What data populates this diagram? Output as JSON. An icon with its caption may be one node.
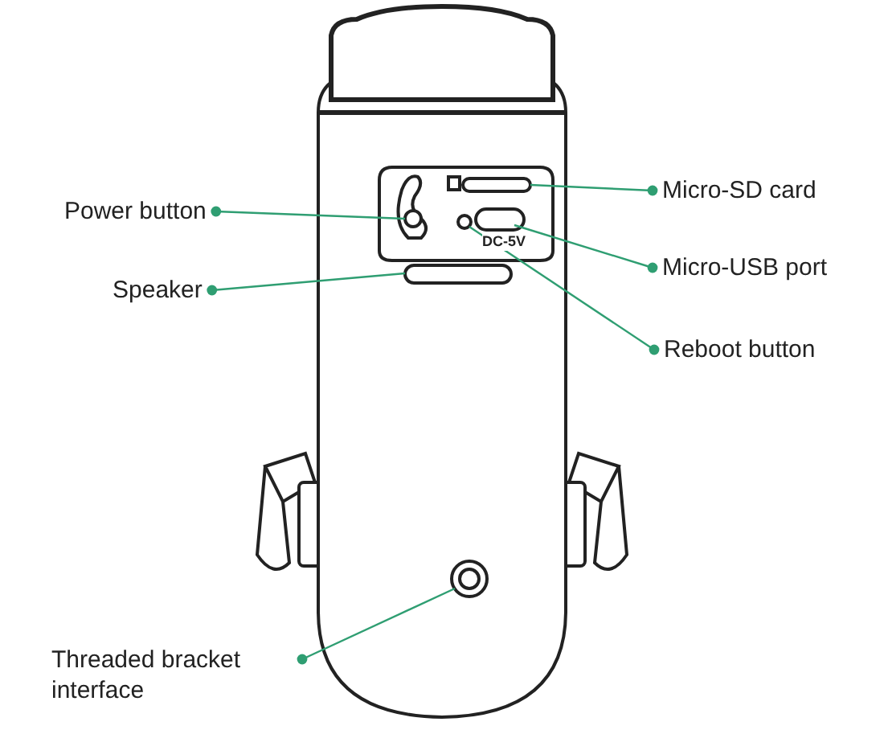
{
  "diagram": {
    "nodes": [
      {
        "text": [
          "Power button"
        ]
      },
      {
        "text": [
          "Speaker"
        ]
      },
      {
        "text": [
          "Threaded bracket interface"
        ]
      },
      {
        "text": [
          "Micro-SD card"
        ]
      },
      {
        "text": [
          "Micro-USB port"
        ]
      },
      {
        "text": [
          "Reboot button"
        ]
      },
      {
        "text": [],
        "shape": "circle"
      },
      {
        "text": [],
        "shape": "bar"
      },
      {
        "text": [],
        "shape": "circle"
      },
      {
        "text": [],
        "shape": "bar"
      },
      {
        "text": [],
        "shape": "bar"
      },
      {
        "text": [],
        "shape": "circle"
      }
    ],
    "edges": [
      {
        "from": 0,
        "to": 6,
        "arrow": "other"
      },
      {
        "from": 1,
        "to": 7,
        "arrow": "other"
      },
      {
        "from": 2,
        "to": 8,
        "arrow": "other"
      },
      {
        "from": 3,
        "to": 9,
        "arrow": "other"
      },
      {
        "from": 4,
        "to": 10,
        "arrow": "other"
      },
      {
        "from": 5,
        "to": 11,
        "arrow": "other"
      }
    ],
    "labels": [
      "DC-5V"
    ]
  }
}
